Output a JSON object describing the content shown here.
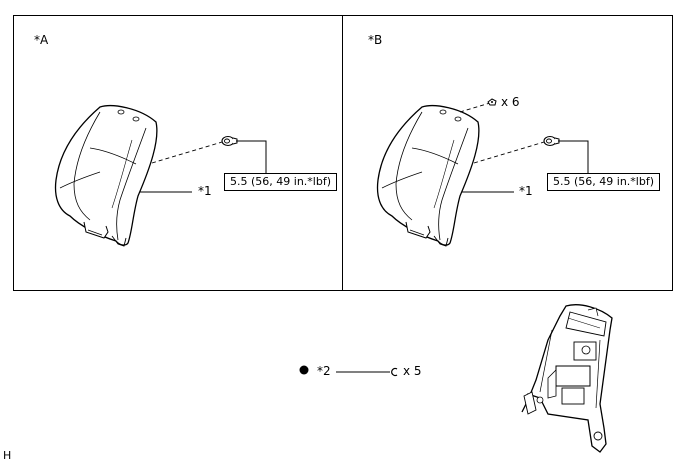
{
  "panel_a": {
    "label": "*A",
    "part_label": "*1",
    "torque": "5.5 (56, 49 in.*lbf)"
  },
  "panel_b": {
    "label": "*B",
    "part_label": "*1",
    "torque": "5.5 (56, 49 in.*lbf)",
    "count": "x 6"
  },
  "legend": {
    "bullet_label": "*2",
    "count": "x 5"
  },
  "footer_code": "H",
  "icons": [
    "seat-back-cushion-icon",
    "bolt-icon",
    "clip-icon",
    "hog-ring-icon",
    "seat-frame-icon"
  ]
}
